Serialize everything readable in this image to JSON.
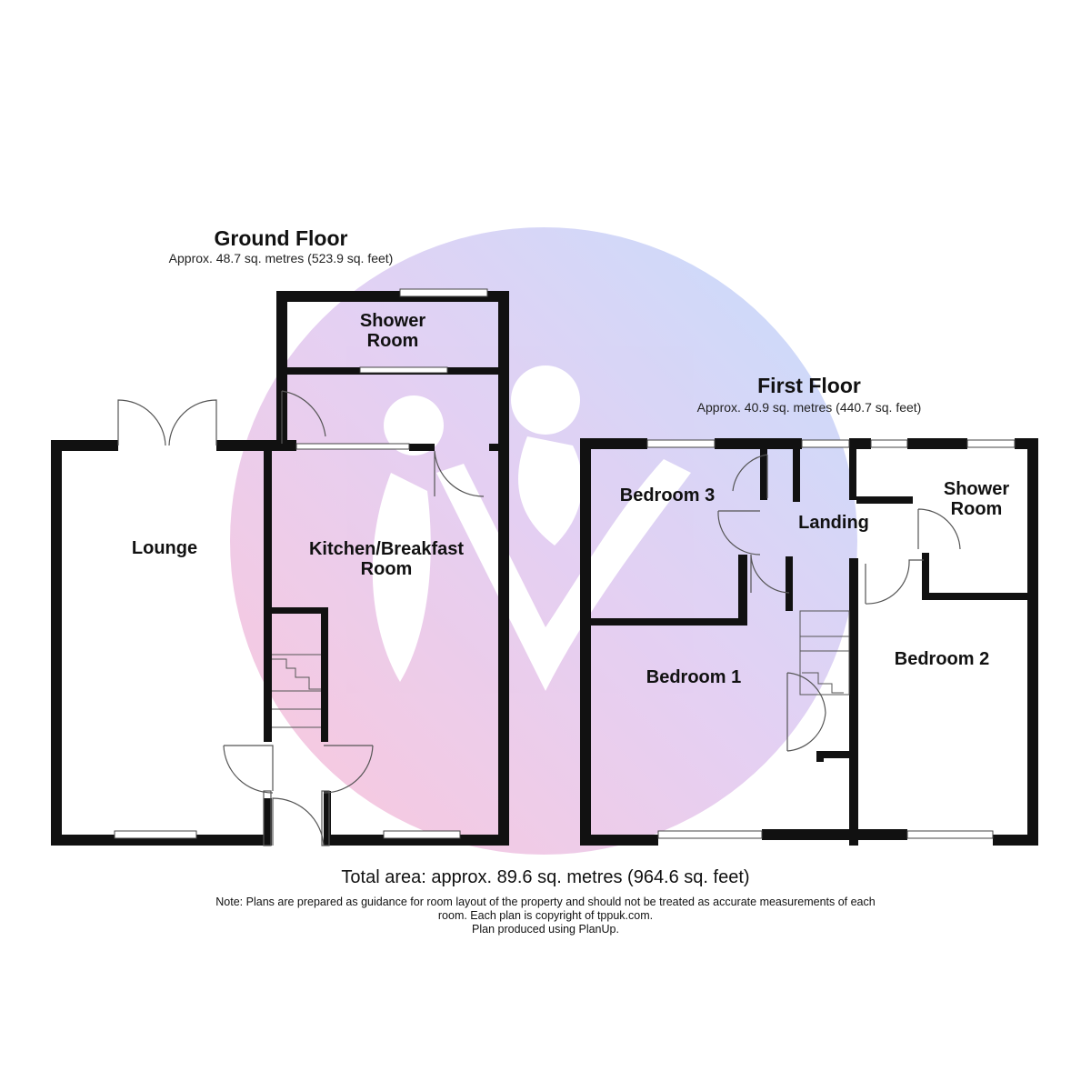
{
  "ground_floor": {
    "title": "Ground Floor",
    "area": "Approx. 48.7 sq. metres (523.9 sq. feet)",
    "rooms": {
      "lounge": "Lounge",
      "kitchen_line1": "Kitchen/Breakfast",
      "kitchen_line2": "Room",
      "shower_line1": "Shower",
      "shower_line2": "Room"
    }
  },
  "first_floor": {
    "title": "First Floor",
    "area": "Approx. 40.9 sq. metres (440.7 sq. feet)",
    "rooms": {
      "bedroom1": "Bedroom 1",
      "bedroom2": "Bedroom 2",
      "bedroom3": "Bedroom 3",
      "landing": "Landing",
      "shower_line1": "Shower",
      "shower_line2": "Room"
    }
  },
  "total_area": "Total area: approx. 89.6 sq. metres (964.6 sq. feet)",
  "note": {
    "line1": "Note: Plans are prepared as guidance for room layout of the property and should not be treated as accurate measurements of each",
    "line2": "room. Each plan is copyright of tppuk.com.",
    "line3": "Plan produced using PlanUp."
  },
  "colors": {
    "wall": "#111111",
    "watermark_pink": "#f7b8d2",
    "watermark_blue": "#b9d4fb"
  }
}
